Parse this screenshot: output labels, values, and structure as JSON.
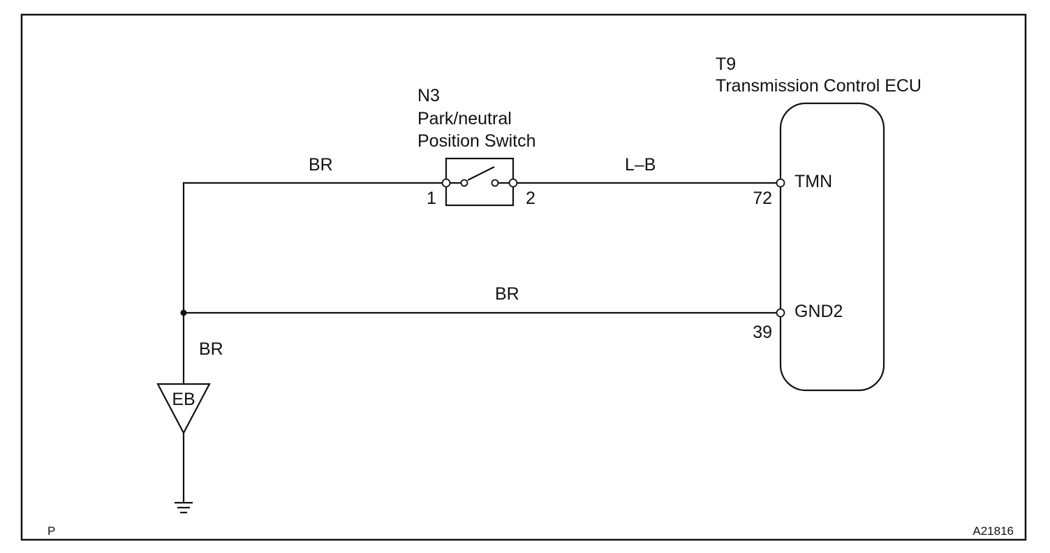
{
  "switch": {
    "code": "N3",
    "name_line1": "Park/neutral",
    "name_line2": "Position Switch",
    "pin1": "1",
    "pin2": "2"
  },
  "ecu": {
    "code": "T9",
    "name": "Transmission Control ECU",
    "pin_tmn_name": "TMN",
    "pin_tmn_number": "72",
    "pin_gnd_name": "GND2",
    "pin_gnd_number": "39"
  },
  "wires": {
    "ground_to_switch": "BR",
    "switch_to_ecu": "L–B",
    "junction_to_ecu": "BR",
    "junction_to_ground": "BR"
  },
  "ground_point": "EB",
  "corner_left": "P",
  "corner_right": "A21816"
}
